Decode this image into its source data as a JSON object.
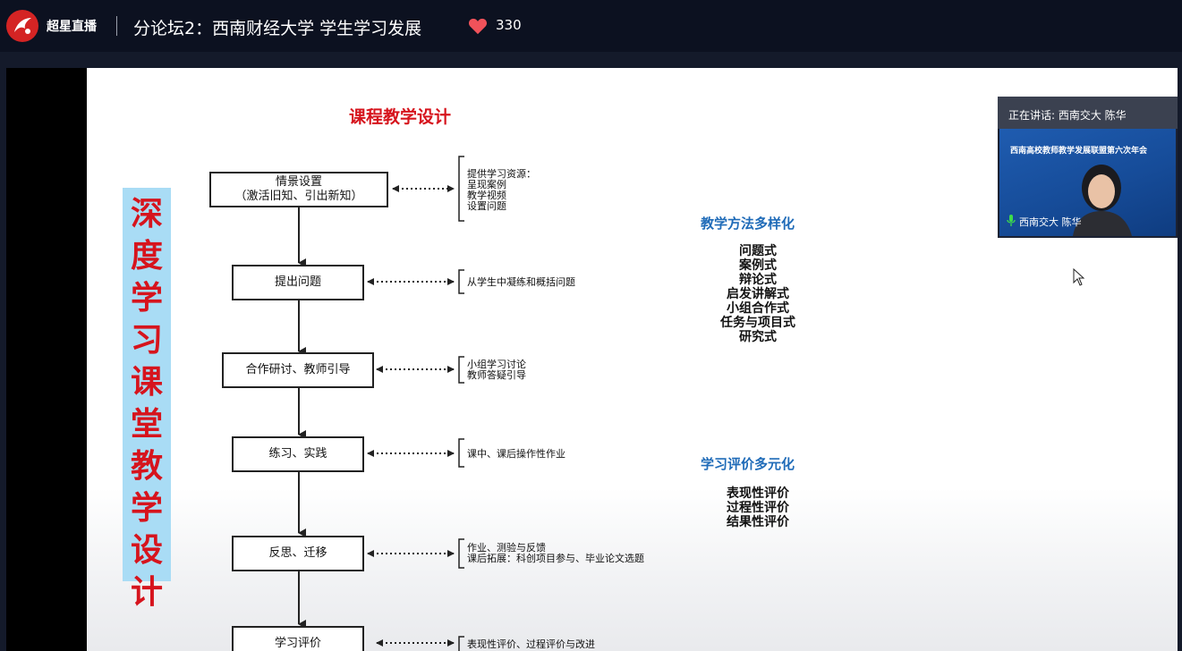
{
  "topbar": {
    "brand": "超星直播",
    "title": "分论坛2：西南财经大学 学生学习发展",
    "like_count": "330"
  },
  "slide": {
    "title": "课程教学设计",
    "vertical_title": "深度学习课堂教学设计",
    "steps": [
      {
        "label": "情景设置\n（激活旧知、引出新知）",
        "note": "提供学习资源：\n呈现案例\n教学视频\n设置问题"
      },
      {
        "label": "提出问题",
        "note": "从学生中凝练和概括问题"
      },
      {
        "label": "合作研讨、教师引导",
        "note": "小组学习讨论\n教师答疑引导"
      },
      {
        "label": "练习、实践",
        "note": "课中、课后操作性作业"
      },
      {
        "label": "反思、迁移",
        "note": "作业、测验与反馈\n课后拓展：科创项目参与、毕业论文选题"
      },
      {
        "label": "学习评价",
        "note": "表现性评价、过程评价与改进"
      }
    ],
    "methods": {
      "heading": "教学方法多样化",
      "items": [
        "问题式",
        "案例式",
        "辩论式",
        "启发讲解式",
        "小组合作式",
        "任务与项目式",
        "研究式"
      ]
    },
    "evaluation": {
      "heading": "学习评价多元化",
      "items": [
        "表现性评价",
        "过程性评价",
        "结果性评价"
      ]
    }
  },
  "speaker": {
    "header": "正在讲话: 西南交大 陈华",
    "banner": "西南高校教师教学发展联盟第六次年会",
    "name": "西南交大 陈华"
  },
  "colors": {
    "accent_red": "#d6141d",
    "accent_blue": "#1f6bb8",
    "banner_blue": "#a9dcf5"
  }
}
